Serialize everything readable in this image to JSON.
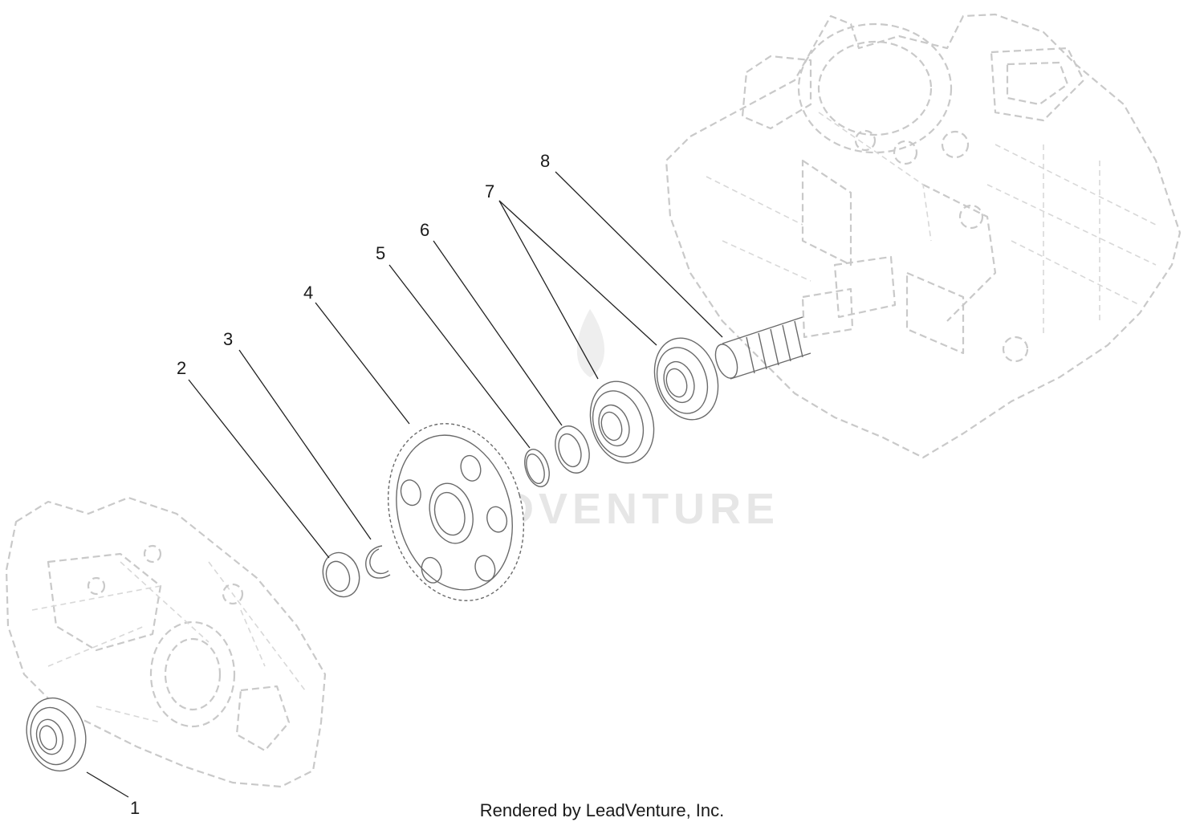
{
  "watermark": {
    "text": "LEADVENTURE"
  },
  "footer": {
    "text": "Rendered by LeadVenture, Inc."
  },
  "callouts": [
    {
      "id": "1",
      "label": "1"
    },
    {
      "id": "2",
      "label": "2"
    },
    {
      "id": "3",
      "label": "3"
    },
    {
      "id": "4",
      "label": "4"
    },
    {
      "id": "5",
      "label": "5"
    },
    {
      "id": "6",
      "label": "6"
    },
    {
      "id": "7",
      "label": "7"
    },
    {
      "id": "8",
      "label": "8"
    }
  ]
}
